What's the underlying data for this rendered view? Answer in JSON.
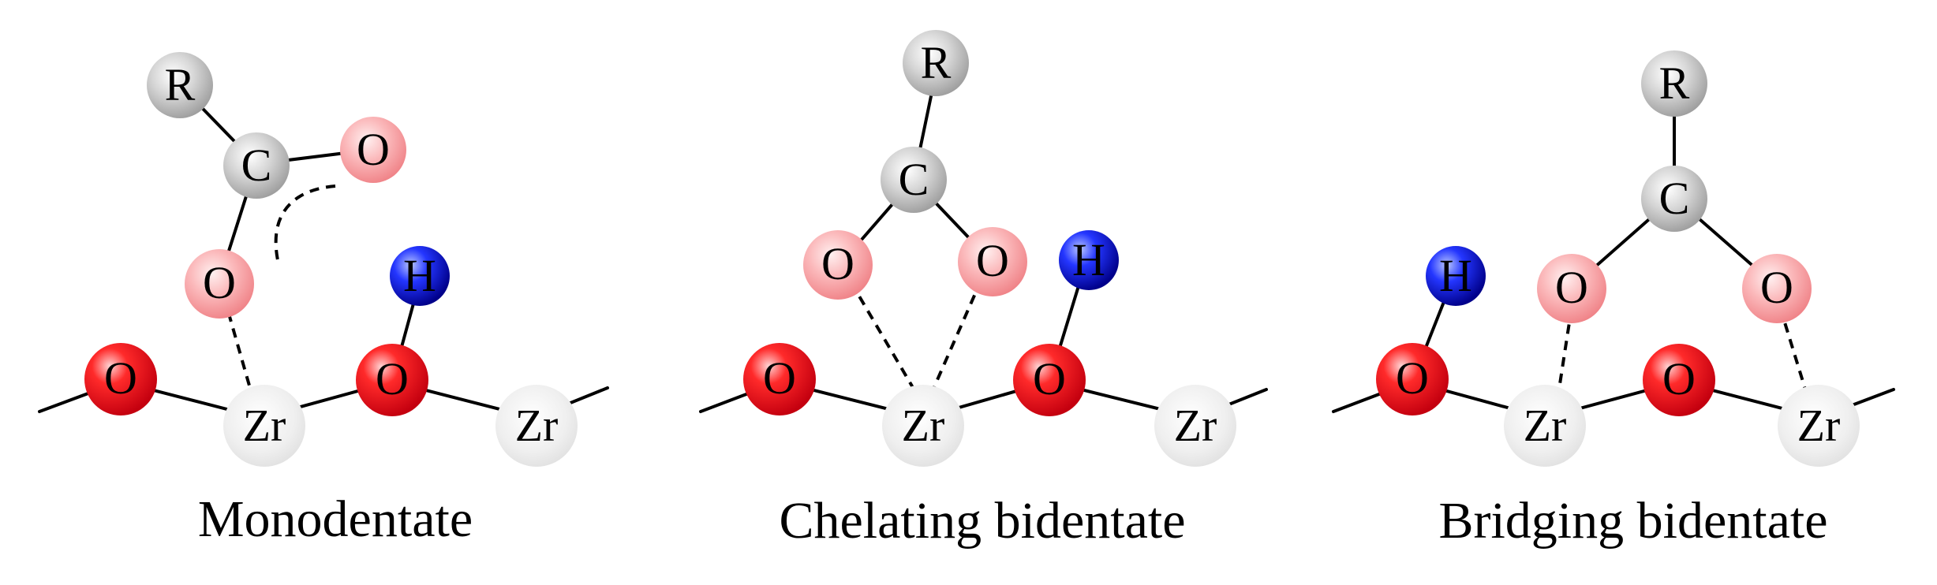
{
  "atom_labels": {
    "R": "R",
    "C": "C",
    "O": "O",
    "H": "H",
    "Zr": "Zr"
  },
  "captions": {
    "monodentate": "Monodentate",
    "chelating": "Chelating bidentate",
    "bridging": "Bridging bidentate"
  },
  "colors": {
    "oxygen_surface": "#e8001a",
    "oxygen_carboxyl": "#f7a3a6",
    "hydrogen": "#1010e0",
    "carbon": "#c8c8c8",
    "zirconium": "#ececec"
  }
}
